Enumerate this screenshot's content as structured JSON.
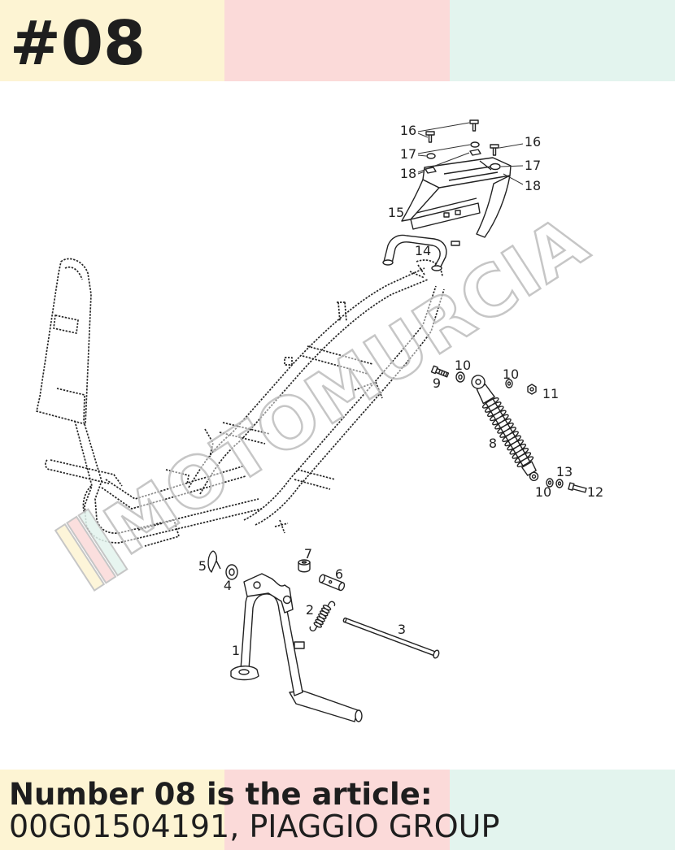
{
  "header": {
    "title": "#08"
  },
  "colors": {
    "band_yellow": "#fdf4d3",
    "band_pink": "#fbdad9",
    "band_mint": "#e3f4ee",
    "ink": "#1e1e1e",
    "watermark_outline": "#bdbdbd"
  },
  "diagram": {
    "callouts": [
      "16",
      "17",
      "18",
      "16",
      "17",
      "18",
      "15",
      "14",
      "10",
      "9",
      "10",
      "11",
      "8",
      "13",
      "10",
      "12",
      "7",
      "6",
      "5",
      "4",
      "2",
      "3",
      "1"
    ],
    "watermark": "MOTOMURCIA"
  },
  "footer": {
    "line1": "Number 08 is the article:",
    "line2": "00G01504191, PIAGGIO GROUP"
  }
}
